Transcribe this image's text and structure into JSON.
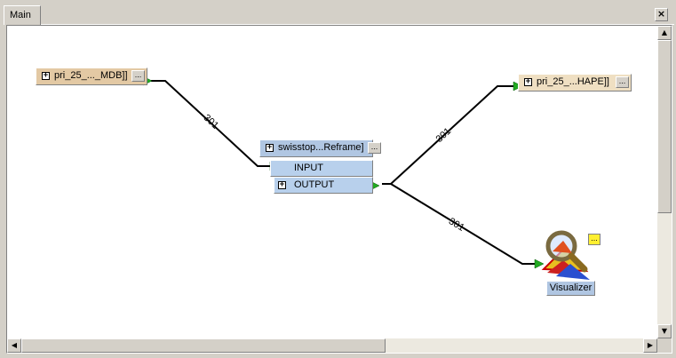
{
  "tab": {
    "label": "Main"
  },
  "close_label": "×",
  "nodes": {
    "reader": {
      "label": "pri_25_..._MDB]]",
      "expand": "+",
      "menu": "..."
    },
    "transformer": {
      "label": "swisstop...Reframe]",
      "expand": "+",
      "menu": "...",
      "input_port": "INPUT",
      "output_port": "OUTPUT",
      "output_expand": "+"
    },
    "writer": {
      "label": "pri_25_...HAPE]]",
      "expand": "+",
      "menu": "..."
    },
    "visualizer": {
      "label": "Visualizer",
      "menu": "..."
    }
  },
  "connections": [
    {
      "from": "reader",
      "to": "transformer-input",
      "count": "301"
    },
    {
      "from": "transformer-output",
      "to": "writer",
      "count": "301"
    },
    {
      "from": "transformer-output",
      "to": "visualizer",
      "count": "301"
    }
  ],
  "scrollbar": {
    "up": "▲",
    "down": "▼",
    "left": "◀",
    "right": "▶"
  },
  "colors": {
    "reader": "#e3c9a4",
    "writer": "#efdfc2",
    "transformer": "#b0c6e2",
    "port": "#b8d0ec",
    "arrow": "#22aa22"
  }
}
